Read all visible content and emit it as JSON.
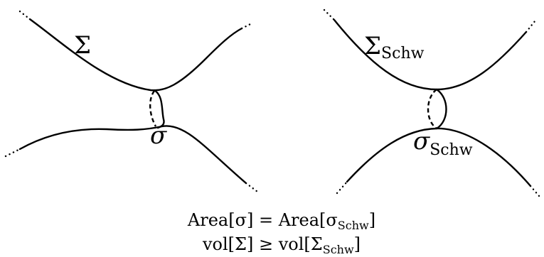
{
  "left_panel": {
    "surface_label": "Σ",
    "minimal_surface_label": "σ"
  },
  "right_panel": {
    "surface_label": "Σ",
    "surface_subscript": "Schw",
    "minimal_surface_label": "σ",
    "minimal_surface_subscript": "Schw"
  },
  "equations": {
    "line1": "Area[σ] = Area[σ",
    "line1_subscript": "Schw",
    "line1_close": "]",
    "line2": "vol[Σ] ≥ vol[Σ",
    "line2_subscript": "Schw",
    "line2_close": "]"
  }
}
